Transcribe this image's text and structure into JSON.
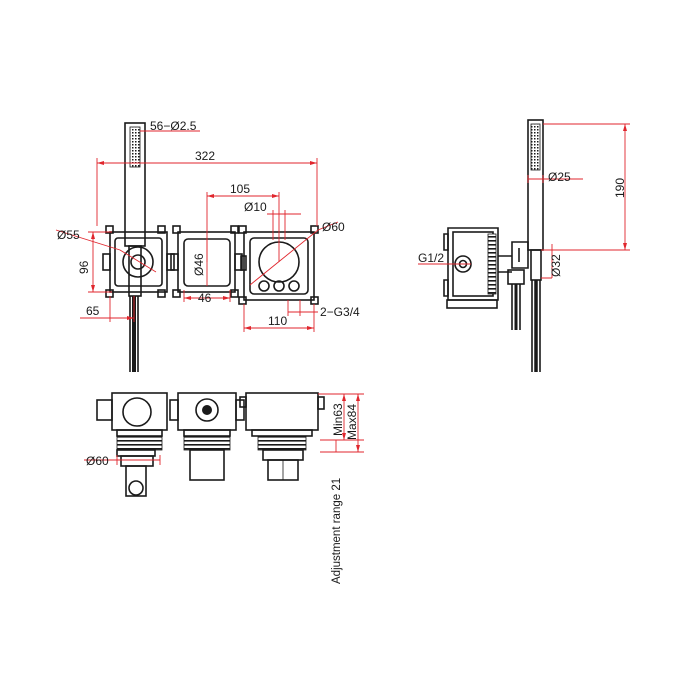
{
  "dimensions": {
    "hand_shower": "56−Ø2.5",
    "overall_width": "322",
    "center_spacing": "105",
    "outlet_dia": "Ø10",
    "round_dia_left": "Ø55",
    "box_height": "96",
    "valve_dia": "Ø46",
    "valve_width": "46",
    "left_offset": "65",
    "right_dia": "Ø60",
    "right_width": "110",
    "thread_spec": "2−G3/4",
    "side_rod_dia": "Ø25",
    "side_height": "190",
    "side_thread": "G1/2",
    "side_hose_dia": "Ø32",
    "bottom_dia": "Ø60",
    "min_depth": "Min63",
    "max_depth": "Max84",
    "adjustment": "Adjustment range 21"
  },
  "colors": {
    "outline": "#1a1a1a",
    "dimension_line": "#e0262d"
  }
}
